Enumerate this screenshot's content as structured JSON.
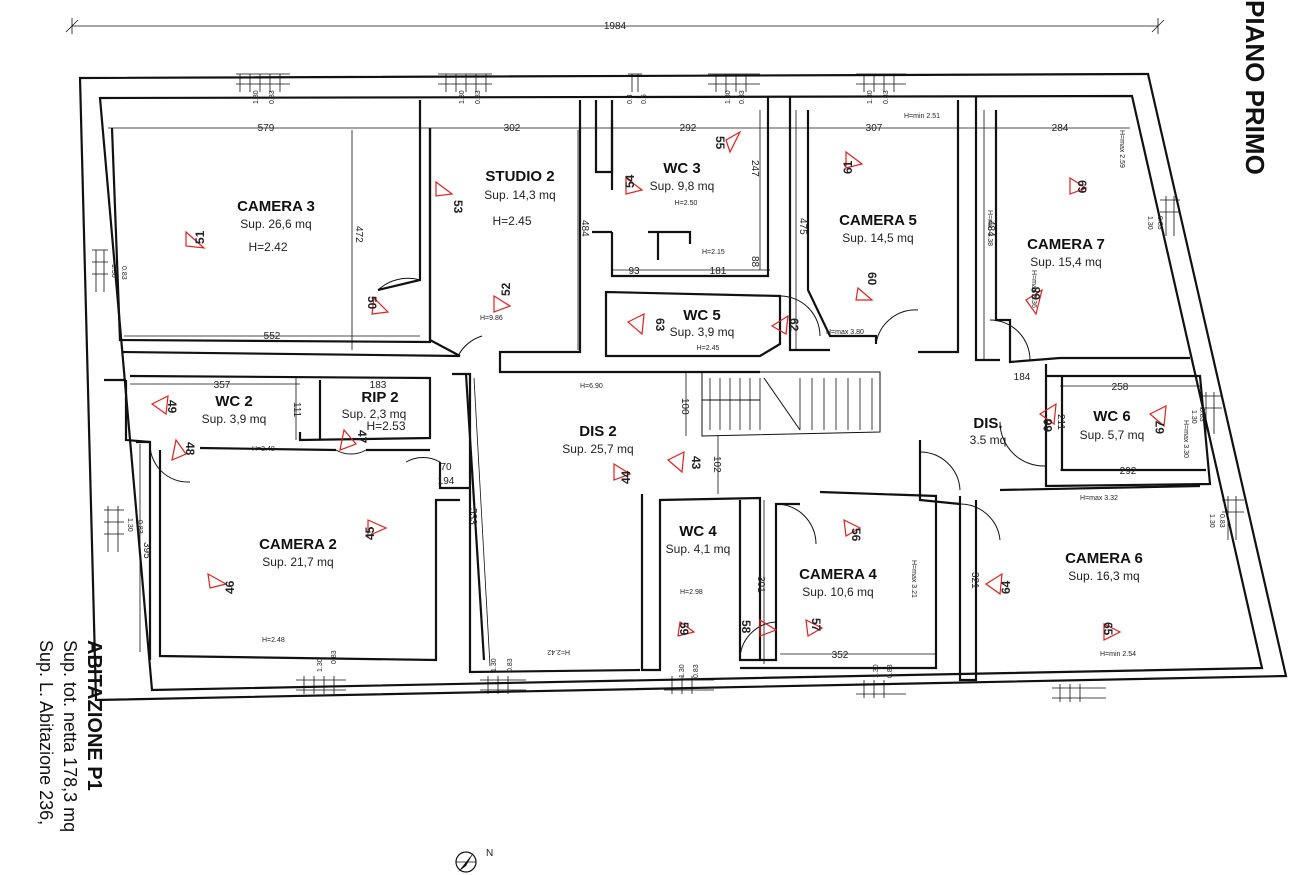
{
  "plan": {
    "title": "PIANO PRIMO",
    "overall_dimension": "1984",
    "dwelling": {
      "name": "ABITAZIONE P1",
      "line1": "Sup. tot. netta 178,3 mq",
      "line2": "Sup. L. Abitazione 236,"
    },
    "north": "N"
  },
  "rooms": [
    {
      "name": "CAMERA 3",
      "sup": "Sup. 26,6 mq",
      "h": "H=2.42"
    },
    {
      "name": "STUDIO 2",
      "sup": "Sup. 14,3 mq",
      "h": "H=2.45"
    },
    {
      "name": "WC 3",
      "sup": "Sup. 9,8 mq",
      "h": "H=2.50"
    },
    {
      "name": "CAMERA 5",
      "sup": "Sup. 14,5 mq",
      "h": ""
    },
    {
      "name": "CAMERA 7",
      "sup": "Sup. 15,4 mq",
      "h": ""
    },
    {
      "name": "WC 5",
      "sup": "Sup. 3,9 mq",
      "h": "H=2.45"
    },
    {
      "name": "WC 2",
      "sup": "Sup. 3,9 mq",
      "h": ""
    },
    {
      "name": "RIP 2",
      "sup": "Sup. 2,3 mq",
      "h": "H=2.53"
    },
    {
      "name": "DIS 2",
      "sup": "Sup. 25,7 mq",
      "h": ""
    },
    {
      "name": "DIS.",
      "sup": "3.5 mq",
      "h": ""
    },
    {
      "name": "WC 6",
      "sup": "Sup. 5,7 mq",
      "h": ""
    },
    {
      "name": "CAMERA 2",
      "sup": "Sup. 21,7 mq",
      "h": ""
    },
    {
      "name": "WC 4",
      "sup": "Sup. 4,1 mq",
      "h": ""
    },
    {
      "name": "CAMERA 4",
      "sup": "Sup. 10,6 mq",
      "h": ""
    },
    {
      "name": "CAMERA 6",
      "sup": "Sup. 16,3 mq",
      "h": ""
    }
  ],
  "dimensions": [
    "579",
    "302",
    "292",
    "307",
    "284",
    "472",
    "484",
    "475",
    "484",
    "552",
    "357",
    "111",
    "183",
    "93",
    "181",
    "247",
    "88",
    "100",
    "102",
    "533",
    "70",
    "194",
    "395",
    "301",
    "321",
    "352",
    "258",
    "292",
    "184",
    "211"
  ],
  "small_labels": [
    "H=min 2.51",
    "H=max 3.80",
    "H=2.15",
    "H=9.86",
    "H=6.90",
    "H=3.48",
    "H=2.48",
    "H=2.98",
    "H=2.42",
    "H=min 2.54",
    "H=max 3.32",
    "H=max 3.21",
    "H=max 2.59",
    "H=min 3.38",
    "H=max 3.36",
    "H=max 3.30"
  ],
  "windows": [
    {
      "w": "1.30",
      "h": "0.83"
    },
    {
      "w": "1.30",
      "h": "0.83"
    },
    {
      "w": "0.4",
      "h": "0.5"
    },
    {
      "w": "1.30",
      "h": "0.83"
    },
    {
      "w": "1.30",
      "h": "0.83"
    },
    {
      "w": "1.30",
      "h": "0.83"
    },
    {
      "w": "1.30",
      "h": "0.83"
    },
    {
      "w": "1.30",
      "h": "0.83"
    },
    {
      "w": "1.30",
      "h": "0.83"
    },
    {
      "w": "1.30",
      "h": "0.83"
    },
    {
      "w": "1.30",
      "h": "0.83"
    },
    {
      "w": "1.30",
      "h": "0.83"
    },
    {
      "w": "1.30",
      "h": "0.83"
    },
    {
      "w": "1.30",
      "h": "0.83"
    }
  ],
  "photo_points": [
    "51",
    "53",
    "50",
    "52",
    "54",
    "55",
    "61",
    "60",
    "69",
    "68",
    "63",
    "62",
    "49",
    "48",
    "47",
    "43",
    "44",
    "45",
    "46",
    "56",
    "57",
    "58",
    "59",
    "64",
    "65",
    "66",
    "67"
  ]
}
